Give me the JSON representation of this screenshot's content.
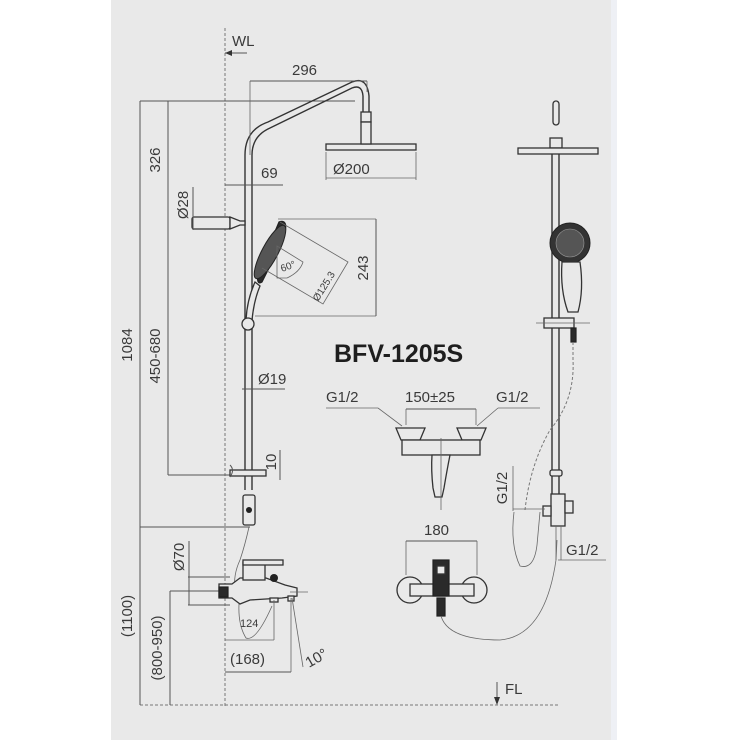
{
  "diagram": {
    "title": "BFV-1205S",
    "type": "technical dimension drawing - exposed shower column with bath mixer",
    "reference_lines": {
      "wall_line": "WL",
      "floor_line": "FL"
    },
    "side_view_dimensions": {
      "arm_projection": "296",
      "overhead_diameter": "Ø200",
      "top_height": "326",
      "arm_offset": "69",
      "wall_bracket_diameter": "Ø28",
      "hand_shower_height": "243",
      "hand_shower_angle": "60°",
      "hand_shower_diameter": "Ø125.3",
      "total_height": "1084",
      "slide_range": "450-680",
      "rail_diameter": "Ø19",
      "bracket_gap": "10",
      "mixer_body_diameter": "Ø70",
      "spout_depth": "124",
      "spout_projection": "(168)",
      "spout_angle": "10°",
      "install_height_total": "(1100)",
      "mixer_install_height": "(800-950)"
    },
    "mixer_top_view": {
      "inlet_left": "G1/2",
      "inlet_right": "G1/2",
      "centers": "150±25"
    },
    "mixer_front_view": {
      "width": "180"
    },
    "front_view": {
      "diverter_inlet": "G1/2",
      "outlet": "G1/2"
    }
  },
  "colors": {
    "panel_background": "#e9e9e9",
    "line_color": "#333333",
    "text_color": "#3a3a3a"
  }
}
